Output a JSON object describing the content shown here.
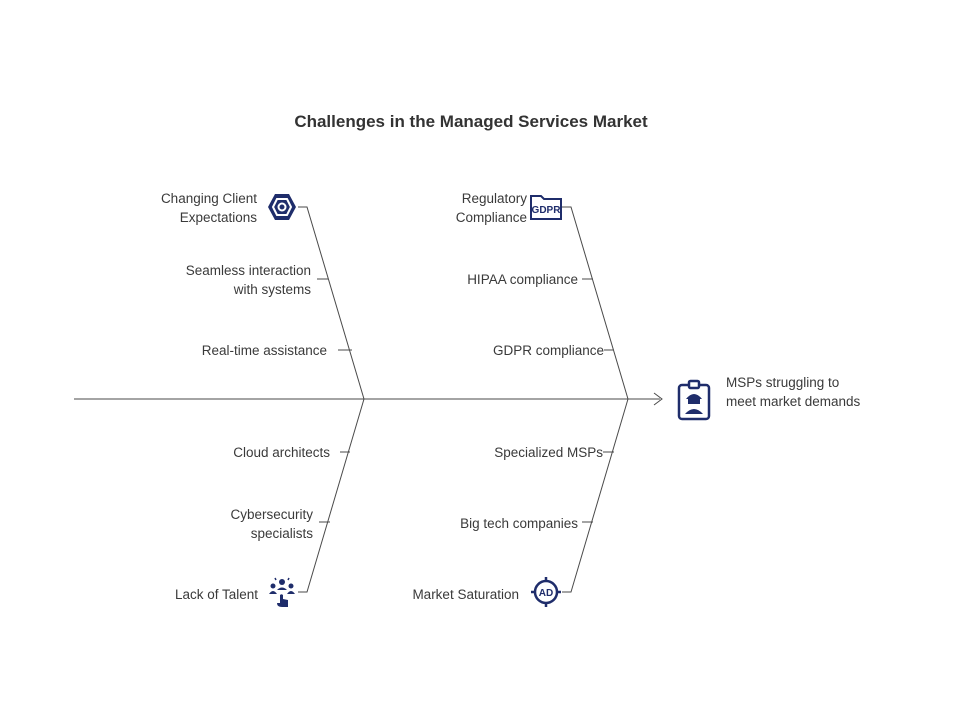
{
  "title": "Challenges in the Managed Services Market",
  "effect": "MSPs struggling to meet market demands",
  "categories": [
    {
      "name": "Changing Client Expectations",
      "icon": "hexagon-gear-icon",
      "causes": [
        "Seamless interaction with systems",
        "Real-time assistance"
      ]
    },
    {
      "name": "Regulatory Compliance",
      "icon": "gdpr-folder-icon",
      "causes": [
        "HIPAA compliance",
        "GDPR compliance"
      ]
    },
    {
      "name": "Lack of Talent",
      "icon": "team-touch-icon",
      "causes": [
        "Cloud architects",
        "Cybersecurity specialists"
      ]
    },
    {
      "name": "Market Saturation",
      "icon": "ad-target-icon",
      "causes": [
        "Specialized MSPs",
        "Big tech companies"
      ]
    }
  ],
  "colors": {
    "icon": "#1f2d6b",
    "line": "#4a4a4a",
    "text": "#3a3a3a"
  }
}
